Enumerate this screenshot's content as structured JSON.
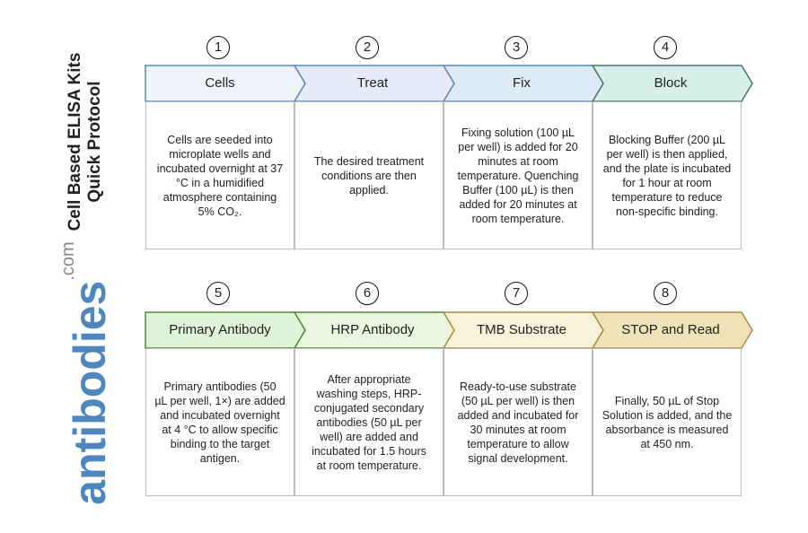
{
  "title": {
    "line1": "Cell Based ELISA Kits",
    "line2": "Quick Protocol"
  },
  "logo": {
    "brand": "antibodies",
    "suffix": ".com",
    "color": "#4f86bd"
  },
  "steps": [
    {
      "number": "1",
      "label": "Cells",
      "fill": "#eef3fa",
      "stroke": "#5b87b8",
      "text": "Cells are seeded into\nmicroplate wells and\nincubated overnight at 37\n°C in a humidified\natmosphere containing\n5% CO₂."
    },
    {
      "number": "2",
      "label": "Treat",
      "fill": "#e6ebf9",
      "stroke": "#5b87b8",
      "text": "The desired treatment\nconditions are then\napplied."
    },
    {
      "number": "3",
      "label": "Fix",
      "fill": "#deeaf7",
      "stroke": "#5b87b8",
      "text": "Fixing solution (100 µL\nper well) is added for 20\nminutes at room\ntemperature. Quenching\nBuffer (100 µL) is then\nadded for 20 minutes at\nroom temperature."
    },
    {
      "number": "4",
      "label": "Block",
      "fill": "#d6efe9",
      "stroke": "#4e6f6b",
      "text": "Blocking Buffer (200 µL\nper well) is then applied,\nand the plate is incubated\nfor 1 hour at room\ntemperature to reduce\nnon-specific binding."
    },
    {
      "number": "5",
      "label": "Primary Antibody",
      "fill": "#dff3d9",
      "stroke": "#4f8a3a",
      "text": "Primary antibodies (50\nµL per well, 1×) are added\nand incubated overnight\nat 4 °C to allow specific\nbinding to the target\nantigen."
    },
    {
      "number": "6",
      "label": "HRP Antibody",
      "fill": "#e9f5df",
      "stroke": "#4f8a3a",
      "text": "After appropriate\nwashing steps, HRP-\nconjugated secondary\nantibodies (50 µL per\nwell) are added and\nincubated for 1.5 hours\nat room temperature."
    },
    {
      "number": "7",
      "label": "TMB Substrate",
      "fill": "#f8f3d8",
      "stroke": "#a88a4a",
      "text": "Ready-to-use substrate\n(50 µL per well) is then\nadded and incubated for\n30 minutes at room\ntemperature to allow\nsignal development."
    },
    {
      "number": "8",
      "label": "STOP and Read",
      "fill": "#efe1b8",
      "stroke": "#a88a4a",
      "text": "Finally, 50 µL of Stop\nSolution is added, and the\nabsorbance is measured\nat 450 nm."
    }
  ]
}
